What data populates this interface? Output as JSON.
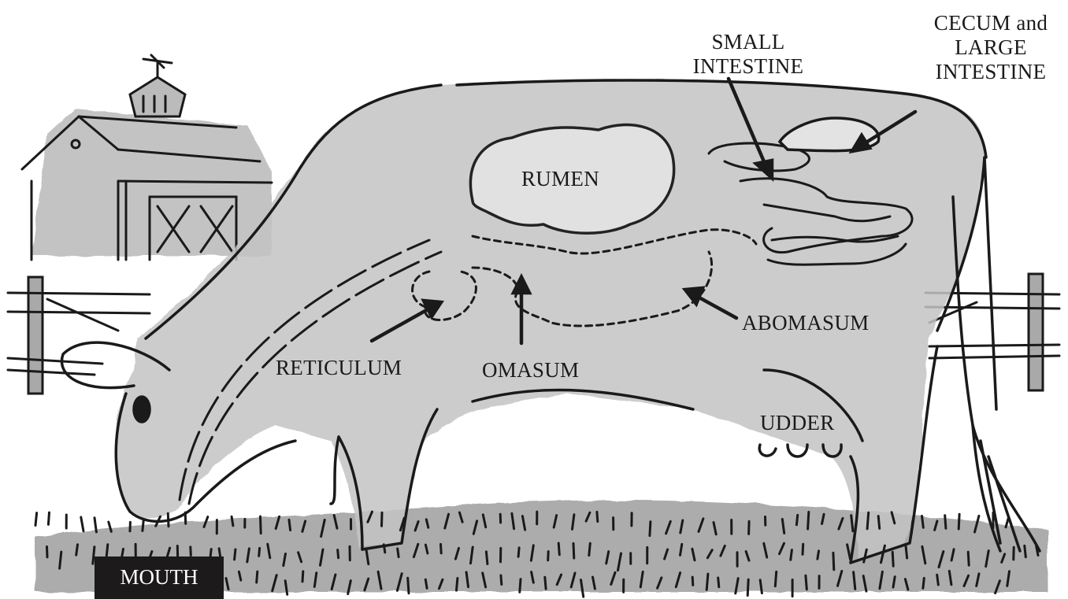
{
  "labels": {
    "small_intestine": [
      "SMALL",
      "INTESTINE"
    ],
    "cecum_large_intestine": [
      "CECUM and",
      "LARGE",
      "INTESTINE"
    ],
    "rumen": "RUMEN",
    "reticulum": "RETICULUM",
    "omasum": "OMASUM",
    "abomasum": "ABOMASUM",
    "udder": "UDDER",
    "mouth": "MOUTH"
  },
  "colors": {
    "ink": "#1a1a1a",
    "wash": "#bdbdbd",
    "wash_light": "#d6d6d6",
    "ground": "#9a9a9a",
    "label_box": "#1c1a1a"
  }
}
